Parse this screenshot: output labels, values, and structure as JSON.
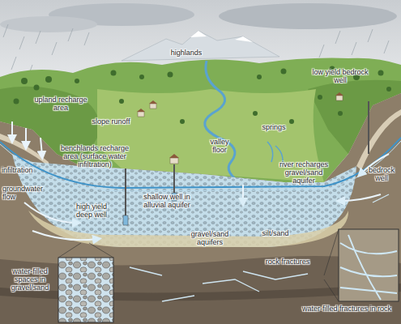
{
  "diagram": {
    "labels": [
      "upland recharge area",
      "highlands",
      "low yield bedrock well",
      "slope runoff",
      "benchlands recharge area (surface water infiltration)",
      "springs",
      "valley floor",
      "river recharges gravel/sand aquifer",
      "infiltration",
      "groundwater flow",
      "high yield deep well",
      "shallow well in alluvial aquifer",
      "bedrock well",
      "gravel/sand aquifers",
      "silt/sand",
      "rock fractures",
      "water-filled spaces in gravel/sand",
      "water-filled fractures in rock"
    ]
  }
}
